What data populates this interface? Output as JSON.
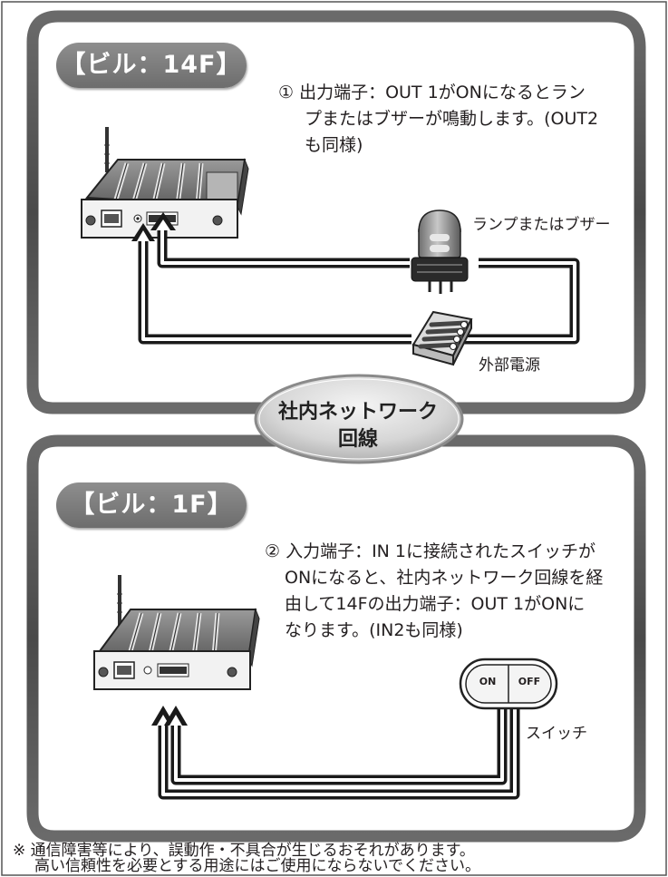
{
  "panel_top": {
    "label": "【ビル：14F】",
    "desc_lines": [
      "① 出力端子：OUT 1がONになるとラン",
      "プまたはブザーが鳴動します。(OUT2",
      "も同様)"
    ],
    "lamp_label": "ランプまたはブザー",
    "power_label": "外部電源"
  },
  "network": {
    "lines": [
      "社内ネットワーク",
      "回線"
    ]
  },
  "panel_bottom": {
    "label": "【ビル：1F】",
    "desc_lines": [
      "② 入力端子：IN 1に接続されたスイッチが",
      "ONになると、社内ネットワーク回線を経",
      "由して14Fの出力端子：OUT 1がONに",
      "なります。(IN2も同様)"
    ],
    "switch_on": "ON",
    "switch_off": "OFF",
    "switch_label": "スイッチ"
  },
  "footnote": {
    "lines": [
      "※ 通信障害等により、誤動作・不具合が生じるおそれがあります。",
      "高い信頼性を必要とする用途にはご使用にならないでください。"
    ]
  },
  "colors": {
    "frame": "#585858",
    "label_bg": "#7a7a7a",
    "wire": "#1a1a1a",
    "panel_bg": "#ffffff"
  }
}
